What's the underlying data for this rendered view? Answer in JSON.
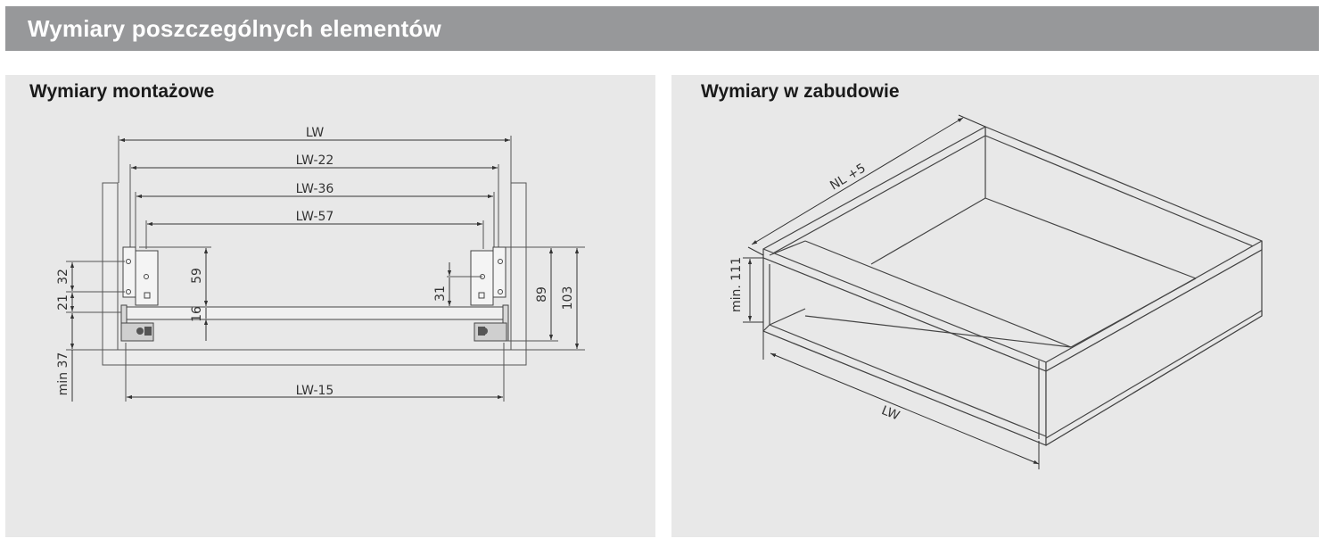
{
  "header": {
    "title": "Wymiary poszczególnych elementów"
  },
  "panels": {
    "mounting": {
      "title": "Wymiary montażowe",
      "labels": {
        "lw": "LW",
        "lw22": "LW-22",
        "lw36": "LW-36",
        "lw57": "LW-57",
        "lw15": "LW-15",
        "d32": "32",
        "d21": "21",
        "min37": "min 37",
        "d59": "59",
        "d16": "16",
        "d31": "31",
        "d89": "89",
        "d103": "103"
      }
    },
    "installed": {
      "title": "Wymiary w zabudowie",
      "labels": {
        "nl5": "NL +5",
        "min111": "min. 111",
        "lw": "LW"
      }
    }
  }
}
